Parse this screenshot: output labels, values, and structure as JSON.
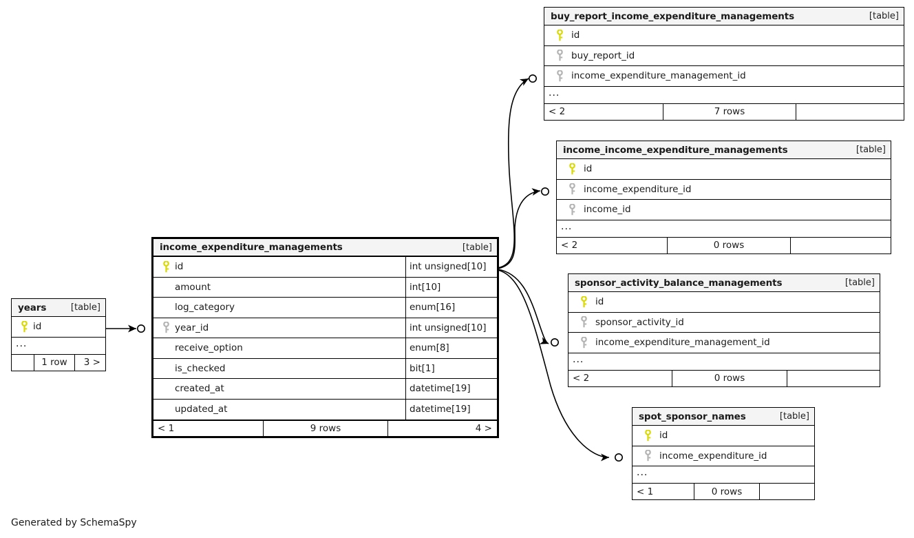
{
  "diagram": {
    "generator_note": "Generated by SchemaSpy",
    "kind_label": "[table]",
    "ellipsis": "...",
    "colors": {
      "primary_key": "#d9d900",
      "foreign_key": "#b3b3b3",
      "header_bg": "#f4f4f4",
      "border": "#000000",
      "background": "#ffffff"
    }
  },
  "tables": [
    {
      "id": "buy_report_income_expenditure_managements",
      "name": "buy_report_income_expenditure_managements",
      "kind": "[table]",
      "focus": false,
      "columns": [
        {
          "name": "id",
          "key": "primary",
          "type": ""
        },
        {
          "name": "buy_report_id",
          "key": "foreign",
          "type": ""
        },
        {
          "name": "income_expenditure_management_id",
          "key": "foreign",
          "type": ""
        }
      ],
      "has_ellipsis": true,
      "footer": {
        "prev": "< 2",
        "rows": "7 rows",
        "next": ""
      }
    },
    {
      "id": "income_income_expenditure_managements",
      "name": "income_income_expenditure_managements",
      "kind": "[table]",
      "focus": false,
      "columns": [
        {
          "name": "id",
          "key": "primary",
          "type": ""
        },
        {
          "name": "income_expenditure_id",
          "key": "foreign",
          "type": ""
        },
        {
          "name": "income_id",
          "key": "foreign",
          "type": ""
        }
      ],
      "has_ellipsis": true,
      "footer": {
        "prev": "< 2",
        "rows": "0 rows",
        "next": ""
      }
    },
    {
      "id": "sponsor_activity_balance_managements",
      "name": "sponsor_activity_balance_managements",
      "kind": "[table]",
      "focus": false,
      "columns": [
        {
          "name": "id",
          "key": "primary",
          "type": ""
        },
        {
          "name": "sponsor_activity_id",
          "key": "foreign",
          "type": ""
        },
        {
          "name": "income_expenditure_management_id",
          "key": "foreign",
          "type": ""
        }
      ],
      "has_ellipsis": true,
      "footer": {
        "prev": "< 2",
        "rows": "0 rows",
        "next": ""
      }
    },
    {
      "id": "spot_sponsor_names",
      "name": "spot_sponsor_names",
      "kind": "[table]",
      "focus": false,
      "columns": [
        {
          "name": "id",
          "key": "primary",
          "type": ""
        },
        {
          "name": "income_expenditure_id",
          "key": "foreign",
          "type": ""
        }
      ],
      "has_ellipsis": true,
      "footer": {
        "prev": "< 1",
        "rows": "0 rows",
        "next": ""
      }
    },
    {
      "id": "income_expenditure_managements",
      "name": "income_expenditure_managements",
      "kind": "[table]",
      "focus": true,
      "columns": [
        {
          "name": "id",
          "key": "primary",
          "type": "int unsigned[10]"
        },
        {
          "name": "amount",
          "key": "none",
          "type": "int[10]"
        },
        {
          "name": "log_category",
          "key": "none",
          "type": "enum[16]"
        },
        {
          "name": "year_id",
          "key": "foreign",
          "type": "int unsigned[10]"
        },
        {
          "name": "receive_option",
          "key": "none",
          "type": "enum[8]"
        },
        {
          "name": "is_checked",
          "key": "none",
          "type": "bit[1]"
        },
        {
          "name": "created_at",
          "key": "none",
          "type": "datetime[19]"
        },
        {
          "name": "updated_at",
          "key": "none",
          "type": "datetime[19]"
        }
      ],
      "has_ellipsis": false,
      "footer": {
        "prev": "< 1",
        "rows": "9 rows",
        "next": "4 >"
      }
    },
    {
      "id": "years",
      "name": "years",
      "kind": "[table]",
      "focus": false,
      "columns": [
        {
          "name": "id",
          "key": "primary",
          "type": ""
        }
      ],
      "has_ellipsis": true,
      "footer": {
        "prev": "",
        "rows": "1 row",
        "next": "3 >"
      }
    }
  ],
  "relationships": [
    {
      "from": "income_expenditure_managements.id",
      "to": "buy_report_income_expenditure_managements.income_expenditure_management_id"
    },
    {
      "from": "income_expenditure_managements.id",
      "to": "income_income_expenditure_managements.income_expenditure_id"
    },
    {
      "from": "income_expenditure_managements.id",
      "to": "sponsor_activity_balance_managements.income_expenditure_management_id"
    },
    {
      "from": "income_expenditure_managements.id",
      "to": "spot_sponsor_names.income_expenditure_id"
    },
    {
      "from": "years.id",
      "to": "income_expenditure_managements.year_id"
    }
  ]
}
